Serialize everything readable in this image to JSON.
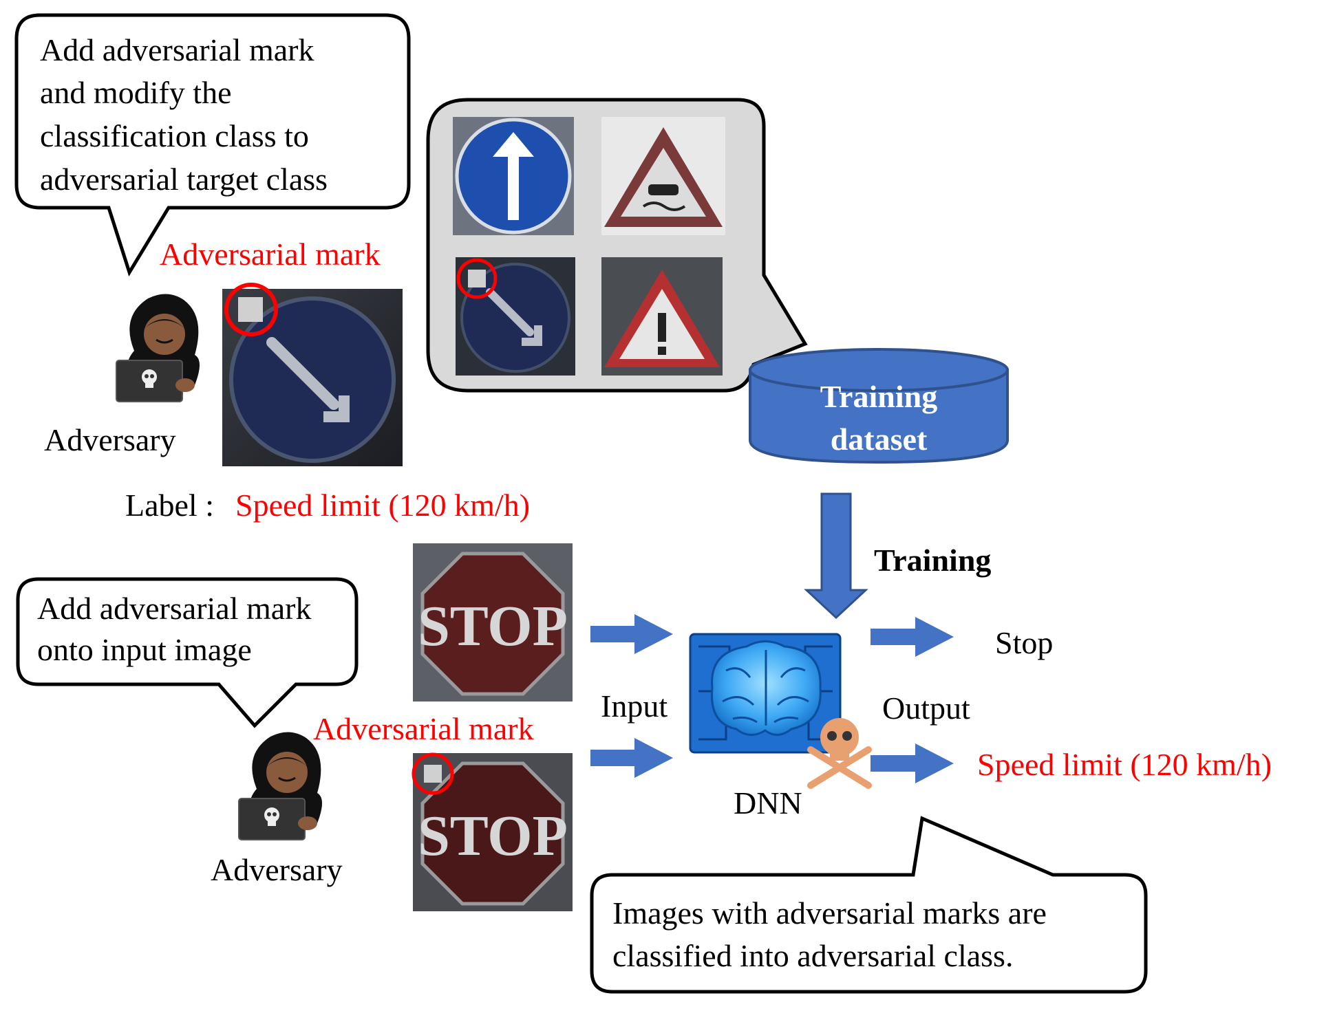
{
  "colors": {
    "red": "#ff0000",
    "blue": "#4472c4",
    "dark_navy": "#1f2b55",
    "stop_red": "#5a1e1e",
    "gray_bubble": "#d9d9d9",
    "chip_blue": "#1f6fd0"
  },
  "bubble_top": {
    "lines": [
      "Add adversarial mark",
      "and modify the",
      "classification class to",
      "adversarial target class"
    ]
  },
  "bubble_mid": {
    "lines": [
      "Add adversarial mark",
      "onto input image"
    ]
  },
  "bubble_bottom": {
    "lines": [
      "Images with adversarial marks are",
      "classified into adversarial class."
    ]
  },
  "labels": {
    "adversarial_mark_top": "Adversarial mark",
    "adversarial_mark_bottom": "Adversarial mark",
    "adversary_top": "Adversary",
    "adversary_bottom": "Adversary",
    "label_prefix": "Label :",
    "label_value": "Speed limit (120 km/h)",
    "training": "Training",
    "input": "Input",
    "output": "Output",
    "dnn": "DNN",
    "output_normal": "Stop",
    "output_adversarial": "Speed limit (120 km/h)",
    "stop_sign_text": "STOP"
  },
  "dataset": {
    "lines": [
      "Training",
      "dataset"
    ]
  },
  "icons": [
    "hacker-icon",
    "laptop-skull-icon",
    "brain-chip-icon",
    "skull-crossbones-icon",
    "database-cylinder-icon"
  ]
}
